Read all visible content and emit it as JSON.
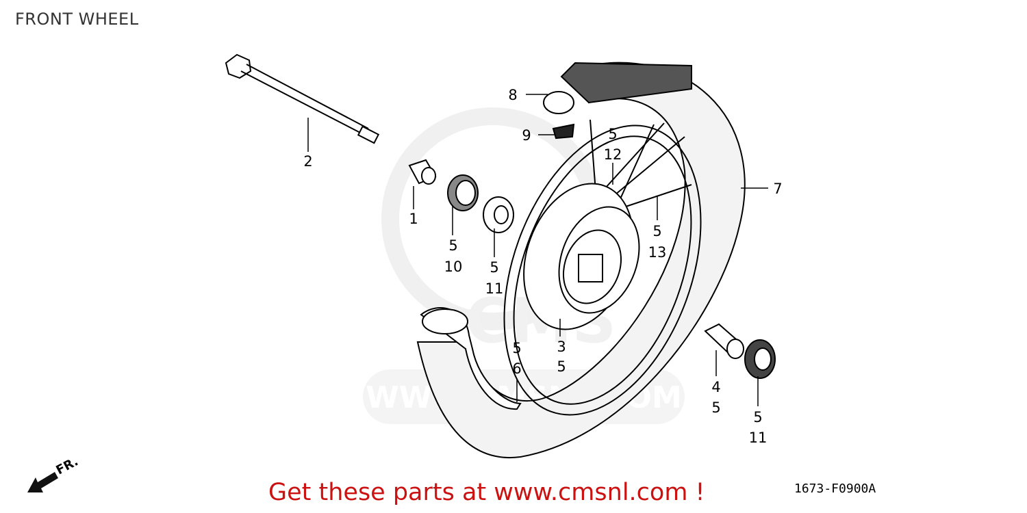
{
  "title": "FRONT WHEEL",
  "watermark": {
    "url_text": "WWW.CMSNL.COM",
    "logo_text": "CMS"
  },
  "direction_label": "FR.",
  "callouts": {
    "c1": "1",
    "c2": "2",
    "c3": "3",
    "c4": "4",
    "c5a": "5",
    "c5b": "5",
    "c5c": "5",
    "c5d": "5",
    "c5e": "5",
    "c5f": "5",
    "c5g": "5",
    "c5h": "5",
    "c6": "6",
    "c7": "7",
    "c8": "8",
    "c9": "9",
    "c10": "10",
    "c11a": "11",
    "c11b": "11",
    "c12": "12",
    "c13": "13"
  },
  "reference_code": "1673-F0900A",
  "promo_text": "Get these parts at www.cmsnl.com !",
  "colors": {
    "promo": "#cc1111",
    "line": "#000000",
    "watermark": "#e6e6e6"
  }
}
